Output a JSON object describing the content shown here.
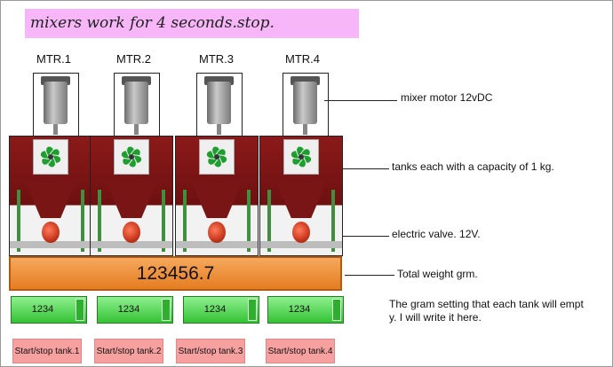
{
  "status_message": "mixers work for 4 seconds.stop.",
  "motors": [
    {
      "label": "MTR.1"
    },
    {
      "label": "MTR.2"
    },
    {
      "label": "MTR.3"
    },
    {
      "label": "MTR.4"
    }
  ],
  "total_weight": "123456.7",
  "gram_settings": [
    "1234",
    "1234",
    "1234",
    "1234"
  ],
  "start_stop_buttons": [
    "Start/stop tank.1",
    "Start/stop tank.2",
    "Start/stop tank.3",
    "Start/stop tank.4"
  ],
  "annotations": {
    "motor": "mixer motor 12vDC",
    "tank": "tanks each with a capacity of 1 kg.",
    "valve": "electric valve. 12V.",
    "weight": "Total weight grm.",
    "gram_line1": "The gram setting that each tank will empt",
    "gram_line2": "y. I will write it here."
  },
  "colors": {
    "banner": "#f7b6f7",
    "weight_display": "#e47d22",
    "gram_field": "#34c234",
    "start_button": "#f6a0a0",
    "tank": "#8b1a1a"
  },
  "icons": [
    "mixer-motor-icon",
    "fan-icon",
    "mixing-tank-icon",
    "electric-valve-icon"
  ]
}
